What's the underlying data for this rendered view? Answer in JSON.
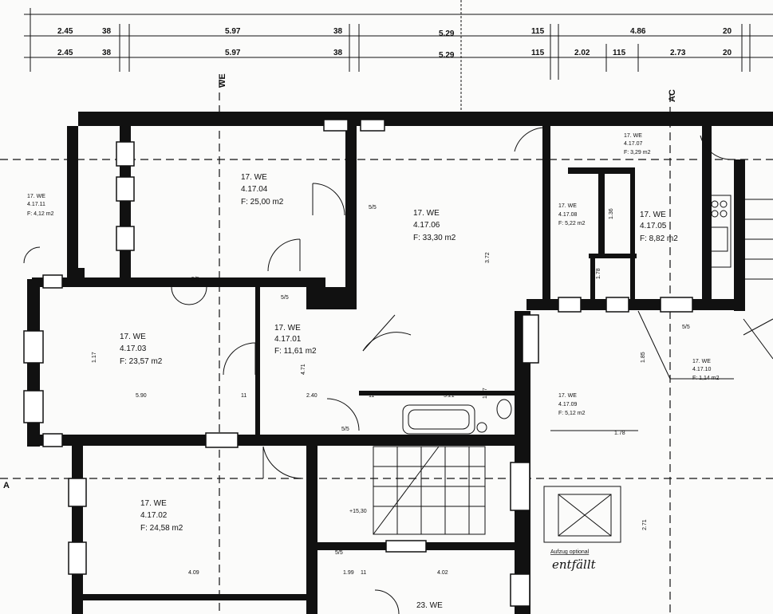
{
  "dimensions": {
    "top_row_1": [
      "2.45",
      "38",
      "5.97",
      "38",
      "5.29",
      "115",
      "4.86",
      "20"
    ],
    "top_row_2": [
      "2.45",
      "38",
      "5.97",
      "38",
      "5.29",
      "115",
      "2.02",
      "115",
      "2.73",
      "20"
    ],
    "interior": [
      "5.90",
      "11",
      "2.40",
      "11",
      "5.21",
      "1.78",
      "4.09",
      "1.99",
      "4.02",
      "11",
      "1.36",
      "1.37",
      "2.71",
      "1.78",
      "1.85",
      "4.71",
      "3.72",
      "1.17"
    ]
  },
  "axis_labels": {
    "we": "WE",
    "ac": "AC",
    "a": "A"
  },
  "rooms": [
    {
      "unit": "17. WE",
      "id": "4.17.04",
      "area": "F: 25,00 m2"
    },
    {
      "unit": "17. WE",
      "id": "4.17.06",
      "area": "F: 33,30 m2"
    },
    {
      "unit": "17. WE",
      "id": "4.17.08",
      "area": "F: 5,22 m2"
    },
    {
      "unit": "17. WE",
      "id": "4.17.05",
      "area": "F: 8,82 m2"
    },
    {
      "unit": "17. WE",
      "id": "4.17.07",
      "area": "F: 3,29 m2"
    },
    {
      "unit": "17. WE",
      "id": "4.17.11",
      "area": "F: 4,12 m2"
    },
    {
      "unit": "17. WE",
      "id": "4.17.03",
      "area": "F: 23,57 m2"
    },
    {
      "unit": "17. WE",
      "id": "4.17.01",
      "area": "F: 11,61 m2"
    },
    {
      "unit": "17. WE",
      "id": "4.17.10",
      "area": "F: 1,14 m2"
    },
    {
      "unit": "17. WE",
      "id": "4.17.09",
      "area": "F: 5,12 m2"
    },
    {
      "unit": "17. WE",
      "id": "4.17.02",
      "area": "F: 24,58 m2"
    },
    {
      "unit": "23. WE",
      "id": "",
      "area": ""
    }
  ],
  "elevator": {
    "label": "Aufzug optional",
    "note": "entfällt"
  },
  "level_mark": "+15,30",
  "door_labels": [
    "5/5",
    "5/5",
    "5/5",
    "5/5",
    "5/5",
    "5/5"
  ]
}
